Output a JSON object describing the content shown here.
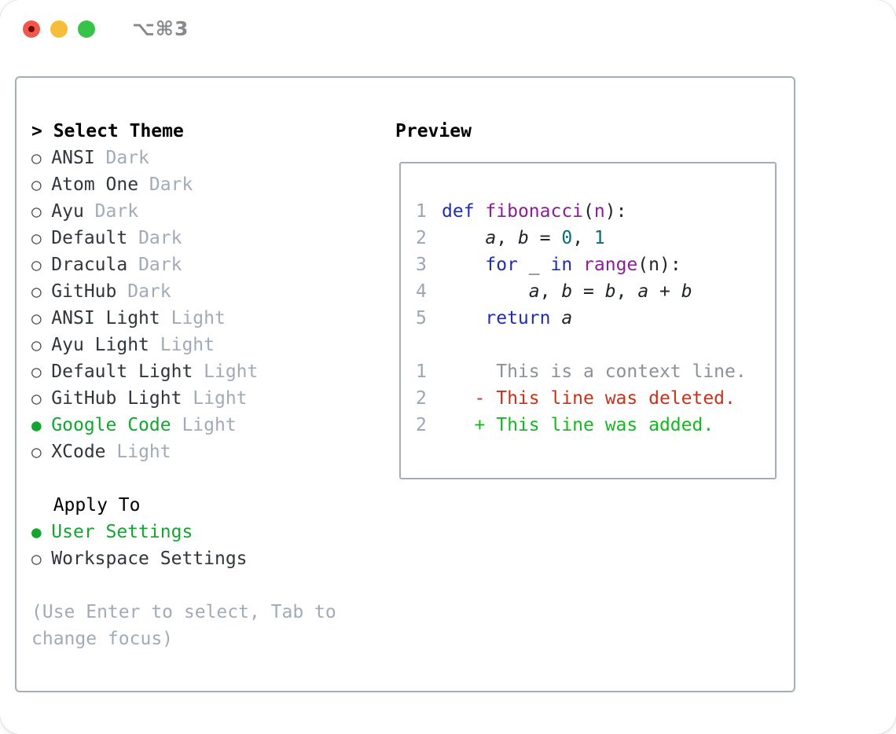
{
  "window": {
    "title": "⌥⌘3"
  },
  "colors": {
    "traffic_red": "#f2574c",
    "traffic_red_inner": "#6e0a0a",
    "traffic_yellow": "#f6bd3a",
    "traffic_green": "#37c347",
    "title_gray": "#87898e",
    "panel_border": "#a5adb8",
    "item_text": "#31363c",
    "muted": "#a1abb8",
    "marker_ring": "#42474d",
    "selected_green": "#12a62f",
    "keyword": "#1f2db0",
    "function": "#8b1e96",
    "number": "#0a6c74",
    "code_text": "#1f2328",
    "line_number": "#9aa5b5",
    "context": "#8b9199",
    "deleted": "#c8321b",
    "added": "#17b722"
  },
  "theme_panel": {
    "header_marker": ">",
    "header": "Select Theme",
    "themes": [
      {
        "name": "ANSI",
        "variant": "Dark",
        "selected": false
      },
      {
        "name": "Atom One",
        "variant": "Dark",
        "selected": false
      },
      {
        "name": "Ayu",
        "variant": "Dark",
        "selected": false
      },
      {
        "name": "Default",
        "variant": "Dark",
        "selected": false
      },
      {
        "name": "Dracula",
        "variant": "Dark",
        "selected": false
      },
      {
        "name": "GitHub",
        "variant": "Dark",
        "selected": false
      },
      {
        "name": "ANSI Light",
        "variant": "Light",
        "selected": false
      },
      {
        "name": "Ayu Light",
        "variant": "Light",
        "selected": false
      },
      {
        "name": "Default Light",
        "variant": "Light",
        "selected": false
      },
      {
        "name": "GitHub Light",
        "variant": "Light",
        "selected": false
      },
      {
        "name": "Google Code",
        "variant": "Light",
        "selected": true
      },
      {
        "name": "XCode",
        "variant": "Light",
        "selected": false
      }
    ],
    "apply_to": {
      "header": "Apply To",
      "options": [
        {
          "label": "User Settings",
          "selected": true
        },
        {
          "label": "Workspace Settings",
          "selected": false
        }
      ]
    },
    "help_lines": [
      "(Use Enter to select, Tab to",
      "change focus)"
    ]
  },
  "preview": {
    "header": "Preview",
    "code_lines": [
      {
        "num": "1",
        "tokens": [
          {
            "t": "def",
            "c": "kw"
          },
          {
            "t": " ",
            "c": "pl"
          },
          {
            "t": "fibonacci",
            "c": "fn"
          },
          {
            "t": "(",
            "c": "pl"
          },
          {
            "t": "n",
            "c": "pm"
          },
          {
            "t": "):",
            "c": "pl"
          }
        ]
      },
      {
        "num": "2",
        "tokens": [
          {
            "t": "    ",
            "c": "pl"
          },
          {
            "t": "a",
            "c": "var"
          },
          {
            "t": ", ",
            "c": "pl"
          },
          {
            "t": "b",
            "c": "var"
          },
          {
            "t": " = ",
            "c": "pl"
          },
          {
            "t": "0",
            "c": "num"
          },
          {
            "t": ", ",
            "c": "pl"
          },
          {
            "t": "1",
            "c": "num"
          }
        ]
      },
      {
        "num": "3",
        "tokens": [
          {
            "t": "    ",
            "c": "pl"
          },
          {
            "t": "for",
            "c": "kw"
          },
          {
            "t": " _ ",
            "c": "pl"
          },
          {
            "t": "in",
            "c": "kw"
          },
          {
            "t": " ",
            "c": "pl"
          },
          {
            "t": "range",
            "c": "fn"
          },
          {
            "t": "(n):",
            "c": "pl"
          }
        ]
      },
      {
        "num": "4",
        "tokens": [
          {
            "t": "        ",
            "c": "pl"
          },
          {
            "t": "a",
            "c": "var"
          },
          {
            "t": ", ",
            "c": "pl"
          },
          {
            "t": "b",
            "c": "var"
          },
          {
            "t": " = ",
            "c": "pl"
          },
          {
            "t": "b",
            "c": "var"
          },
          {
            "t": ", ",
            "c": "pl"
          },
          {
            "t": "a",
            "c": "var"
          },
          {
            "t": " + ",
            "c": "pl"
          },
          {
            "t": "b",
            "c": "var"
          }
        ]
      },
      {
        "num": "5",
        "tokens": [
          {
            "t": "    ",
            "c": "pl"
          },
          {
            "t": "return",
            "c": "kw"
          },
          {
            "t": " ",
            "c": "pl"
          },
          {
            "t": "a",
            "c": "var"
          }
        ]
      }
    ],
    "diff_lines": [
      {
        "num": "1",
        "kind": "context",
        "text": "     This is a context line."
      },
      {
        "num": "2",
        "kind": "deleted",
        "text": "   - This line was deleted."
      },
      {
        "num": "2",
        "kind": "added",
        "text": "   + This line was added."
      }
    ]
  }
}
